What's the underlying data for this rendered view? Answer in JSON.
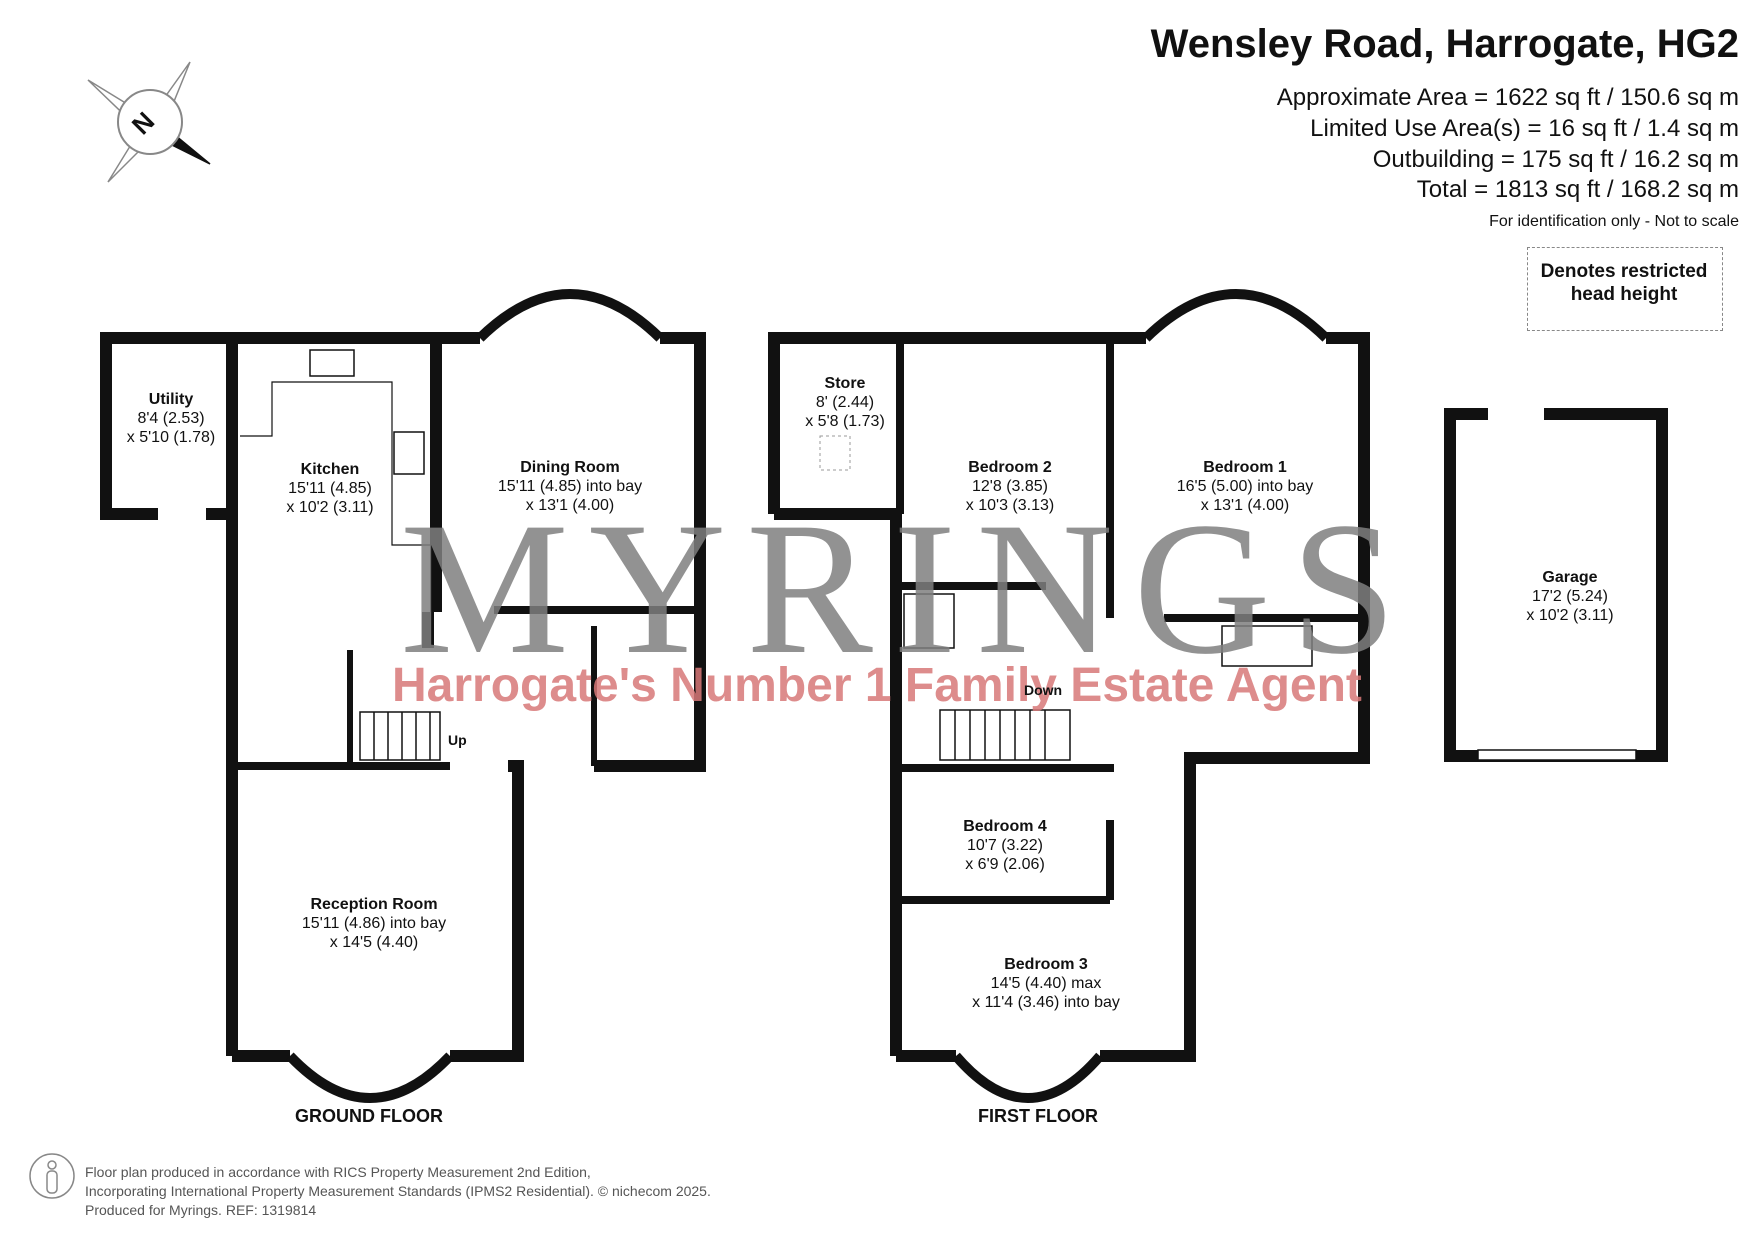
{
  "header": {
    "title": "Wensley Road, Harrogate, HG2",
    "area_lines": [
      "Approximate Area = 1622 sq ft / 150.6 sq m",
      "Limited Use Area(s) = 16 sq ft / 1.4 sq m",
      "Outbuilding = 175 sq ft / 16.2 sq m",
      "Total = 1813 sq ft / 168.2 sq m"
    ],
    "note": "For identification only - Not to scale"
  },
  "legend": {
    "line1": "Denotes restricted",
    "line2": "head height"
  },
  "compass": {
    "letter": "N"
  },
  "watermark": {
    "brand": "MYRINGS",
    "tagline": "Harrogate's Number 1 Family Estate Agent"
  },
  "ground_floor": {
    "label": "GROUND FLOOR",
    "stairs_label": "Up",
    "rooms": {
      "utility": {
        "name": "Utility",
        "dim1": "8'4 (2.53)",
        "dim2": "x 5'10 (1.78)"
      },
      "kitchen": {
        "name": "Kitchen",
        "dim1": "15'11 (4.85)",
        "dim2": "x 10'2 (3.11)"
      },
      "dining": {
        "name": "Dining Room",
        "dim1": "15'11 (4.85) into bay",
        "dim2": "x 13'1 (4.00)"
      },
      "reception": {
        "name": "Reception Room",
        "dim1": "15'11 (4.86) into bay",
        "dim2": "x 14'5 (4.40)"
      }
    }
  },
  "first_floor": {
    "label": "FIRST FLOOR",
    "stairs_label": "Down",
    "rooms": {
      "store": {
        "name": "Store",
        "dim1": "8' (2.44)",
        "dim2": "x 5'8 (1.73)"
      },
      "bedroom2": {
        "name": "Bedroom 2",
        "dim1": "12'8 (3.85)",
        "dim2": "x 10'3 (3.13)"
      },
      "bedroom1": {
        "name": "Bedroom 1",
        "dim1": "16'5 (5.00) into bay",
        "dim2": "x 13'1 (4.00)"
      },
      "bedroom4": {
        "name": "Bedroom 4",
        "dim1": "10'7 (3.22)",
        "dim2": "x 6'9 (2.06)"
      },
      "bedroom3": {
        "name": "Bedroom 3",
        "dim1": "14'5 (4.40) max",
        "dim2": "x 11'4 (3.46) into bay"
      }
    }
  },
  "outbuilding": {
    "garage": {
      "name": "Garage",
      "dim1": "17'2 (5.24)",
      "dim2": "x 10'2 (3.11)"
    }
  },
  "footer": {
    "line1": "Floor plan produced in accordance with RICS Property Measurement 2nd Edition,",
    "line2": "Incorporating International Property Measurement Standards (IPMS2 Residential).   © nichecom 2025.",
    "line3": "Produced for Myrings.   REF: 1319814"
  },
  "colors": {
    "wall": "#111111",
    "watermark": "#7f7f7f",
    "tagline": "#d87878"
  }
}
